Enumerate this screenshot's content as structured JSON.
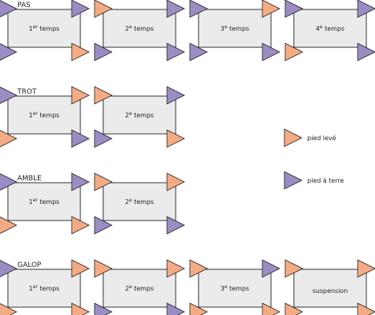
{
  "colors": {
    "raised": "#f4ab84",
    "ground": "#9b8cc4",
    "box_fill": "#ebebeb",
    "box_stroke": "#333333"
  },
  "legend": {
    "raised_label": "pied levé",
    "ground_label": "pied à terre"
  },
  "gaits": [
    {
      "name": "PAS",
      "phases": [
        {
          "main": "1",
          "sup": "er",
          "rest": " temps",
          "feet": {
            "tl": "ground",
            "tr": "ground",
            "bl": "ground",
            "br": "raised"
          }
        },
        {
          "main": "2",
          "sup": "e",
          "rest": " temps",
          "feet": {
            "tl": "raised",
            "tr": "ground",
            "bl": "ground",
            "br": "ground"
          }
        },
        {
          "main": "3",
          "sup": "e",
          "rest": " temps",
          "feet": {
            "tl": "ground",
            "tr": "raised",
            "bl": "ground",
            "br": "ground"
          }
        },
        {
          "main": "4",
          "sup": "e",
          "rest": " temps",
          "feet": {
            "tl": "ground",
            "tr": "ground",
            "bl": "raised",
            "br": "ground"
          }
        }
      ]
    },
    {
      "name": "TROT",
      "phases": [
        {
          "main": "1",
          "sup": "er",
          "rest": " temps",
          "feet": {
            "tl": "ground",
            "tr": "raised",
            "bl": "raised",
            "br": "ground"
          }
        },
        {
          "main": "2",
          "sup": "e",
          "rest": " temps",
          "feet": {
            "tl": "raised",
            "tr": "ground",
            "bl": "ground",
            "br": "raised"
          }
        }
      ]
    },
    {
      "name": "AMBLE",
      "phases": [
        {
          "main": "1",
          "sup": "er",
          "rest": " temps",
          "feet": {
            "tl": "ground",
            "tr": "ground",
            "bl": "raised",
            "br": "raised"
          }
        },
        {
          "main": "2",
          "sup": "e",
          "rest": " temps",
          "feet": {
            "tl": "raised",
            "tr": "raised",
            "bl": "ground",
            "br": "ground"
          }
        }
      ]
    },
    {
      "name": "GALOP",
      "phases": [
        {
          "main": "1",
          "sup": "er",
          "rest": " temps",
          "feet": {
            "tl": "ground",
            "tr": "raised",
            "bl": "raised",
            "br": "raised"
          }
        },
        {
          "main": "2",
          "sup": "e",
          "rest": " temps",
          "feet": {
            "tl": "raised",
            "tr": "raised",
            "bl": "ground",
            "br": "ground"
          }
        },
        {
          "main": "3",
          "sup": "e",
          "rest": " temps",
          "feet": {
            "tl": "raised",
            "tr": "ground",
            "bl": "raised",
            "br": "raised"
          }
        },
        {
          "main": "",
          "sup": "",
          "rest": "suspension",
          "feet": {
            "tl": "raised",
            "tr": "raised",
            "bl": "raised",
            "br": "raised"
          }
        }
      ]
    }
  ]
}
